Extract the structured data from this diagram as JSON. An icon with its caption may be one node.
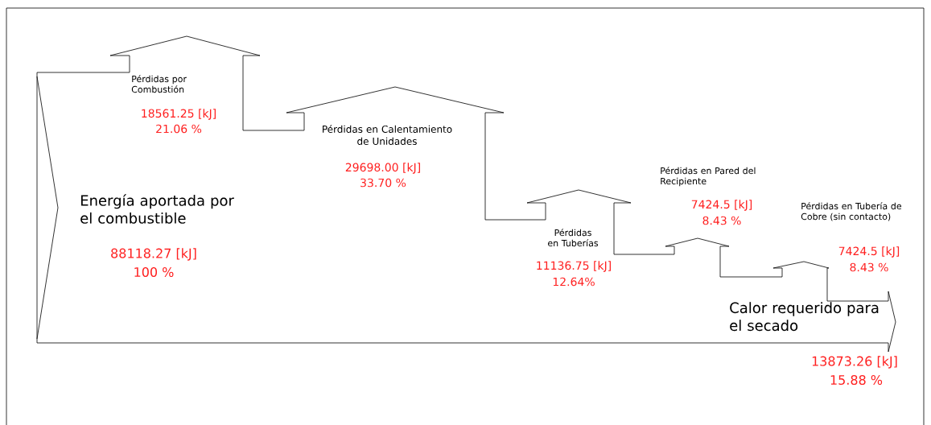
{
  "diagram": {
    "labels": [
      "Pérdidas por Combustión",
      "18561.25 [kJ]",
      "21.06 %",
      "Pérdidas en Calentamiento de Unidades",
      "29698.00 [kJ]",
      "33.70 %",
      "Energía aportada por el combustible",
      "88118.27 [kJ]",
      "100 %",
      "Pérdidas en Tuberías",
      "11136.75 [kJ]",
      "12.64%",
      "Pérdidas en Pared del Recipiente",
      "7424.5 [kJ]",
      "8.43 %",
      "Pérdidas en Tubería de Cobre (sin contacto)",
      "7424.5 [kJ]",
      "8.43 %",
      "Calor requerido para el secado",
      "13873.26 [kJ]",
      "15.88 %"
    ]
  }
}
